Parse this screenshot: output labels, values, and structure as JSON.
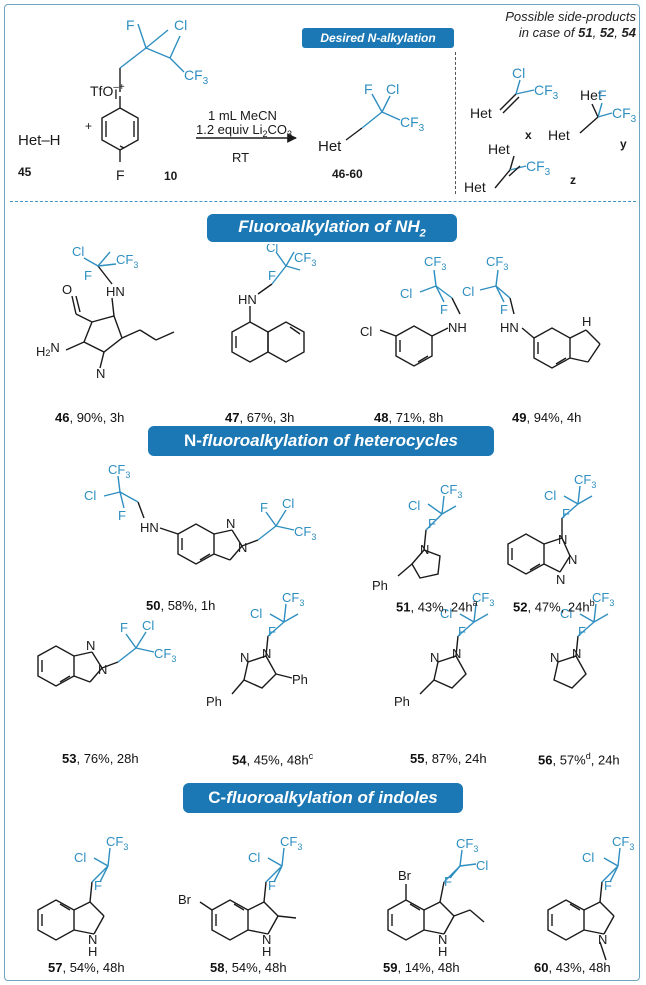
{
  "banners": {
    "desired": "Desired N-alkylation",
    "nh2": "Fluoroalkylation of NH",
    "nh2_sub": "2",
    "hetero_prefix": "N-",
    "hetero": "fluoroalkylation of heterocycles",
    "indole_prefix": "C-",
    "indole": "fluoroalkylation of indoles"
  },
  "side_products": {
    "line1": "Possible side-products",
    "line2_pre": "in case of ",
    "ids": [
      "51",
      "52",
      "54"
    ],
    "labels": [
      "x",
      "y",
      "z"
    ]
  },
  "scheme": {
    "reactant_label": "Het–H",
    "reactant_id": "45",
    "plus": "+",
    "reagent_id": "10",
    "counterion": "TfO",
    "cond_1": "1 mL MeCN",
    "cond_2": "1.2 equiv Li",
    "cond_2b": "2",
    "cond_2c": "CO",
    "cond_2d": "3",
    "cond_3": "RT",
    "product_id": "46-60",
    "het": "Het"
  },
  "atoms": {
    "cl": "Cl",
    "f": "F",
    "cf3": "CF",
    "sub3": "3",
    "br": "Br",
    "ph": "Ph",
    "o": "O",
    "h2n": "H",
    "n": "N",
    "h": "H",
    "hn": "HN",
    "nh": "NH",
    "i": "I"
  },
  "compounds": [
    {
      "id": "46",
      "rest": ", 90%, 3h",
      "sup": ""
    },
    {
      "id": "47",
      "rest": ", 67%, 3h",
      "sup": ""
    },
    {
      "id": "48",
      "rest": ", 71%, 8h",
      "sup": ""
    },
    {
      "id": "49",
      "rest": ", 94%, 4h",
      "sup": ""
    },
    {
      "id": "50",
      "rest": ", 58%, 1h",
      "sup": ""
    },
    {
      "id": "51",
      "rest": ", 43%, 24h",
      "sup": "a"
    },
    {
      "id": "52",
      "rest": ", 47%, 24h",
      "sup": "b"
    },
    {
      "id": "53",
      "rest": ", 76%, 28h",
      "sup": ""
    },
    {
      "id": "54",
      "rest": ", 45%, 48h",
      "sup": "c"
    },
    {
      "id": "55",
      "rest": ", 87%, 24h",
      "sup": ""
    },
    {
      "id": "56",
      "rest": ", 57%",
      "sup": "d",
      "rest2": ", 24h"
    },
    {
      "id": "57",
      "rest": ", 54%, 48h",
      "sup": ""
    },
    {
      "id": "58",
      "rest": ", 54%, 48h",
      "sup": ""
    },
    {
      "id": "59",
      "rest": ", 14%, 48h",
      "sup": ""
    },
    {
      "id": "60",
      "rest": ", 43%, 48h",
      "sup": ""
    }
  ],
  "colors": {
    "accent": "#1b78b4",
    "fluoro": "#2f8fc0",
    "bond": "#1a1a1a",
    "frame": "#6fa3bf"
  }
}
